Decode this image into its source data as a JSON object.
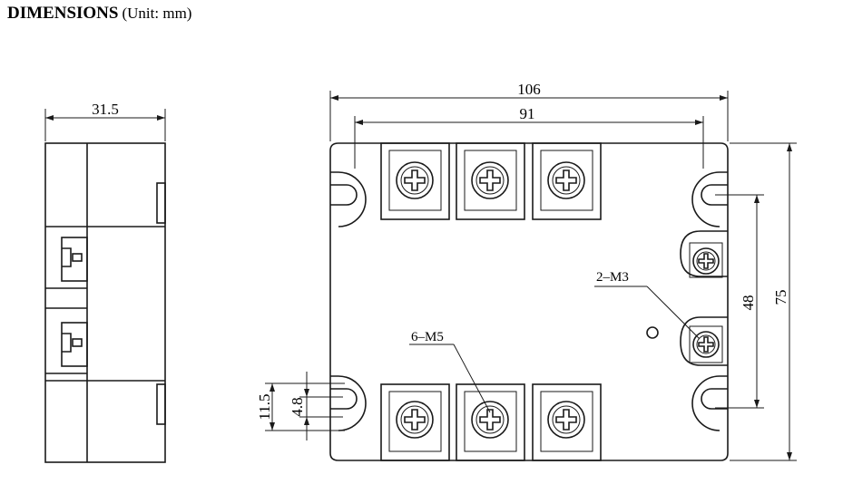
{
  "header": {
    "title": "DIMENSIONS",
    "unit": "(Unit: mm)"
  },
  "dimensions": {
    "side_width": "31.5",
    "overall_width": "106",
    "mount_pitch": "91",
    "overall_height": "75",
    "small_screw_pitch": "48",
    "slot_offset": "11.5",
    "slot_width": "4.8"
  },
  "labels": {
    "control_screws": "2–M3",
    "power_screws": "6–M5"
  }
}
